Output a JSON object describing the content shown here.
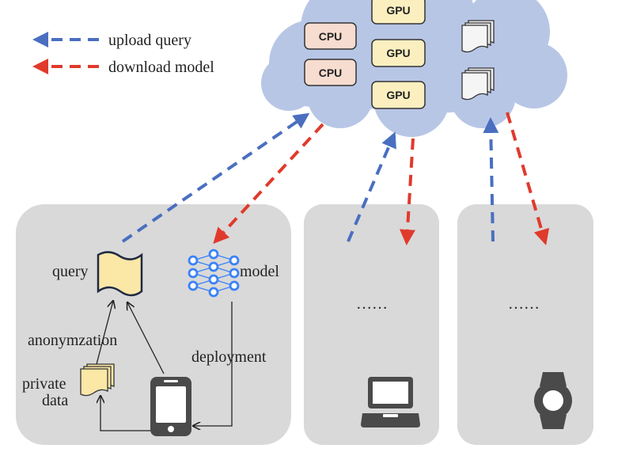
{
  "legend": {
    "upload_label": "upload query",
    "download_label": "download model",
    "upload_color": "#4a6fc0",
    "download_color": "#e03a2c"
  },
  "cloud": {
    "cpu_label": "CPU",
    "gpu_label": "GPU",
    "fill": "#b8c6e6",
    "cpu_fill": "#f7dcd0",
    "gpu_fill": "#fbefc0",
    "icons": [
      "document-stack-icon",
      "document-stack-icon"
    ]
  },
  "client1": {
    "query_label": "query",
    "model_label": "model",
    "anonymization_label": "anonymzation",
    "private_label": "private",
    "data_label": "data",
    "deployment_label": "deployment",
    "icons": [
      "query-document-icon",
      "neural-network-icon",
      "document-stack-icon",
      "smartphone-icon"
    ]
  },
  "client2": {
    "ellipsis": "……",
    "icon": "laptop-icon"
  },
  "client3": {
    "ellipsis": "……",
    "icon": "smartwatch-icon"
  },
  "colors": {
    "panel": "#d9d9d9",
    "device": "#4a4a4a",
    "network_node": "#3b82f6",
    "doc_fill": "#fbe7a6"
  }
}
